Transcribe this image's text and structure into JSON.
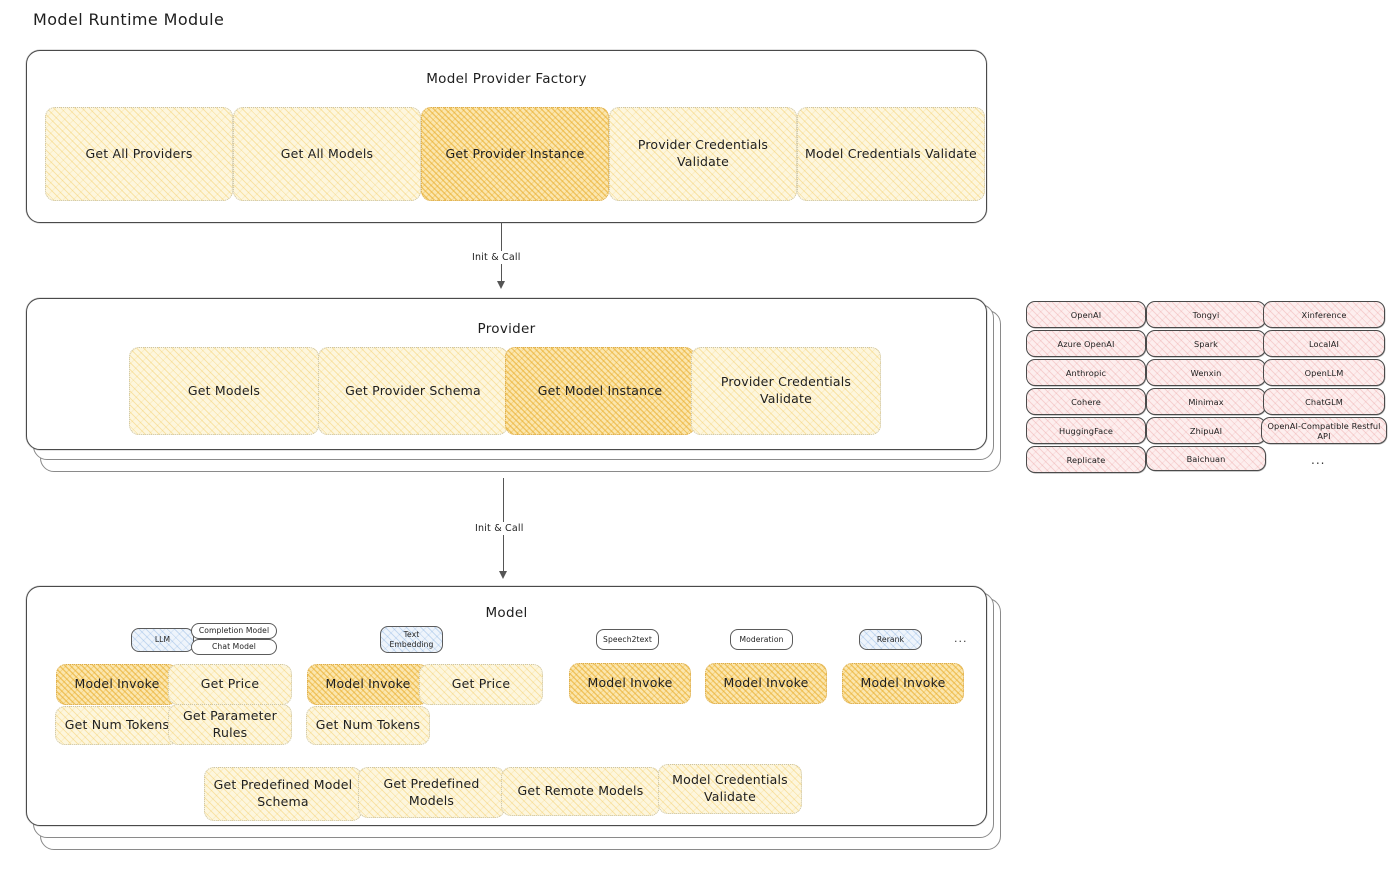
{
  "page": {
    "title": "Model Runtime Module"
  },
  "factory": {
    "title": "Model Provider Factory",
    "nodes": [
      {
        "label": "Get All Providers",
        "emphasis": "light"
      },
      {
        "label": "Get All Models",
        "emphasis": "light"
      },
      {
        "label": "Get Provider Instance",
        "emphasis": "strong"
      },
      {
        "label": "Provider Credentials Validate",
        "emphasis": "light"
      },
      {
        "label": "Model Credentials Validate",
        "emphasis": "light"
      }
    ]
  },
  "arrows": [
    {
      "label": "Init & Call"
    },
    {
      "label": "Init & Call"
    }
  ],
  "provider": {
    "title": "Provider",
    "nodes": [
      {
        "label": "Get Models",
        "emphasis": "light"
      },
      {
        "label": "Get Provider Schema",
        "emphasis": "light"
      },
      {
        "label": "Get Model Instance",
        "emphasis": "strong"
      },
      {
        "label": "Provider Credentials Validate",
        "emphasis": "light"
      }
    ]
  },
  "provider_list": {
    "columns": [
      {
        "items": [
          "OpenAI",
          "Azure OpenAI",
          "Anthropic",
          "Cohere",
          "HuggingFace",
          "Replicate"
        ]
      },
      {
        "items": [
          "Tongyi",
          "Spark",
          "Wenxin",
          "Minimax",
          "ZhipuAI",
          "Baichuan"
        ]
      },
      {
        "items": [
          "Xinference",
          "LocalAI",
          "OpenLLM",
          "ChatGLM",
          "OpenAI-Compatible Restful API"
        ]
      }
    ],
    "more": "..."
  },
  "model": {
    "title": "Model",
    "more": "...",
    "types": [
      {
        "name": "LLM",
        "accent": "blue",
        "sub_badges": [
          "Completion Model",
          "Chat Model"
        ],
        "methods": [
          {
            "label": "Model Invoke",
            "emphasis": "strong"
          },
          {
            "label": "Get Price",
            "emphasis": "light"
          },
          {
            "label": "Get Num Tokens",
            "emphasis": "light"
          },
          {
            "label": "Get Parameter Rules",
            "emphasis": "light"
          }
        ]
      },
      {
        "name": "Text Embedding",
        "accent": "blue",
        "sub_badges": [],
        "methods": [
          {
            "label": "Model Invoke",
            "emphasis": "strong"
          },
          {
            "label": "Get Price",
            "emphasis": "light"
          },
          {
            "label": "Get Num Tokens",
            "emphasis": "light"
          }
        ]
      },
      {
        "name": "Speech2text",
        "accent": "white",
        "sub_badges": [],
        "methods": [
          {
            "label": "Model Invoke",
            "emphasis": "strong"
          }
        ]
      },
      {
        "name": "Moderation",
        "accent": "white",
        "sub_badges": [],
        "methods": [
          {
            "label": "Model Invoke",
            "emphasis": "strong"
          }
        ]
      },
      {
        "name": "Rerank",
        "accent": "blue",
        "sub_badges": [],
        "methods": [
          {
            "label": "Model Invoke",
            "emphasis": "strong"
          }
        ]
      }
    ],
    "common_methods": [
      {
        "label": "Get Predefined Model Schema"
      },
      {
        "label": "Get Predefined Models"
      },
      {
        "label": "Get Remote Models"
      },
      {
        "label": "Model Credentials Validate"
      }
    ]
  },
  "colors": {
    "fill_light": "#fdf6dd",
    "fill_strong": "#fbe6ae",
    "fill_pink": "#fdeeee",
    "fill_blue": "#eef4fb",
    "stroke": "#4a4a4a",
    "text": "#1e1e1e"
  }
}
